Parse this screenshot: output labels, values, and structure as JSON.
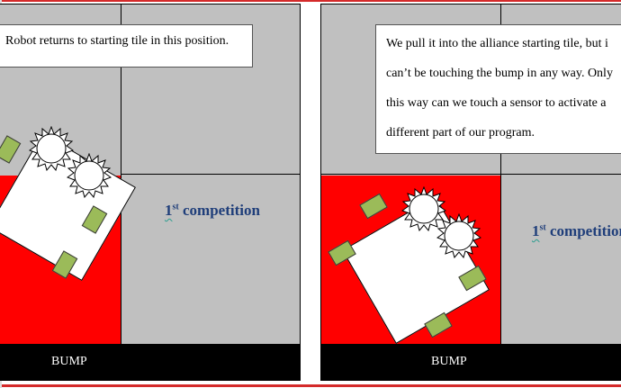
{
  "left_panel": {
    "note_text": "Robot returns to starting tile in this position.",
    "competition_number": "1",
    "competition_suffix": "st",
    "competition_word": "competition",
    "bump_label": "BUMP"
  },
  "right_panel": {
    "note_lines": [
      "We pull it into the alliance starting tile, but i",
      "can’t be touching the bump in any way. Only",
      "this way can we touch a sensor to activate a",
      "different part of our program."
    ],
    "competition_number": "1",
    "competition_suffix": "st",
    "competition_word": "competition",
    "bump_label": "BUMP"
  },
  "colors": {
    "field_tile": "#c0c0c0",
    "starting_tile": "#ff0000",
    "bump": "#000000",
    "robot_body": "#ffffff",
    "wheels": "#9bbb59",
    "competition_text": "#1f3e7a"
  },
  "icons": [
    "robot-body",
    "wheel",
    "sun-sensor"
  ]
}
